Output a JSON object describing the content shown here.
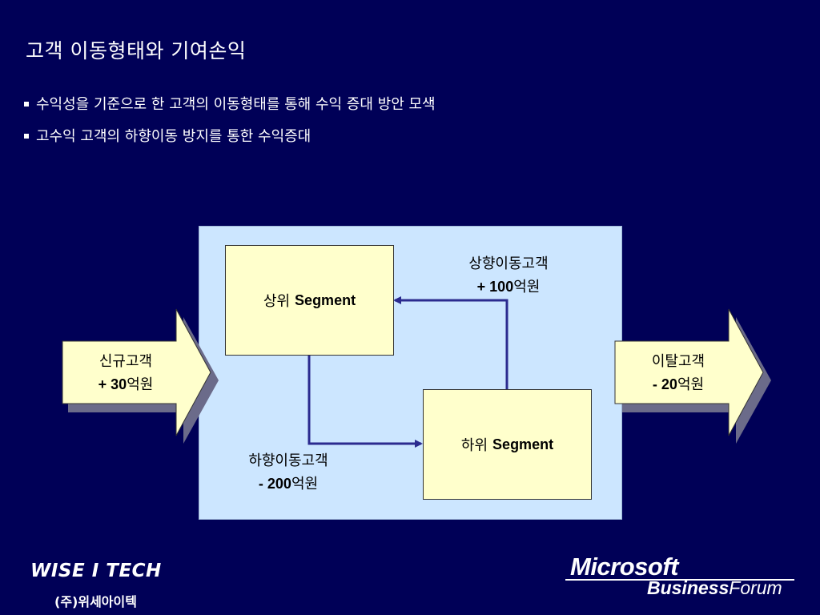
{
  "slide": {
    "title": "고객 이동형태와 기여손익",
    "bullets": [
      "수익성을 기준으로 한 고객의 이동형태를 통해 수익 증대 방안 모색",
      "고수익 고객의 하향이동 방지를 통한 수익증대"
    ]
  },
  "diagram": {
    "upper_segment": {
      "prefix": "상위",
      "name": "Segment"
    },
    "lower_segment": {
      "prefix": "하위",
      "name": "Segment"
    },
    "upward_flow": {
      "label": "상향이동고객",
      "amount_sign": "+ ",
      "amount_number": "100",
      "amount_unit": "억원"
    },
    "downward_flow": {
      "label": "하향이동고객",
      "amount_sign": "- ",
      "amount_number": "200",
      "amount_unit": "억원"
    },
    "inflow": {
      "label": "신규고객",
      "amount_sign": "+ ",
      "amount_number": "30",
      "amount_unit": "억원"
    },
    "outflow": {
      "label": "이탈고객",
      "amount_sign": "- ",
      "amount_number": "20",
      "amount_unit": "억원"
    }
  },
  "footer": {
    "left_logo_text": "WISE I TECH",
    "left_logo_subtitle": "(주)위세아이텍",
    "right_logo_main": "Microsoft",
    "right_logo_sub_bold": "Business",
    "right_logo_sub_rest": "Forum"
  },
  "colors": {
    "background": "#000057",
    "panel": "#cce6ff",
    "box_fill": "#ffffcc",
    "connector": "#2b2b8f"
  }
}
